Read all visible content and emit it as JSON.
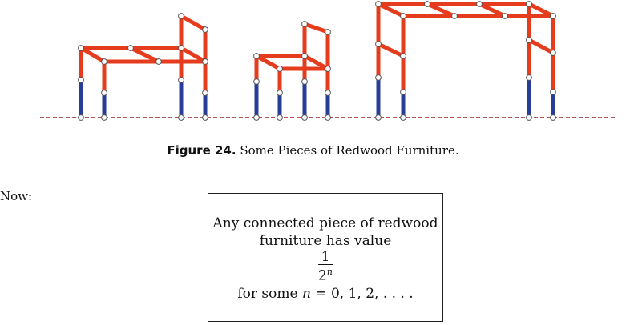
{
  "figure": {
    "label": "Figure 24.",
    "caption": "Some Pieces of Redwood Furniture.",
    "colors": {
      "red_edge": "#e63c1e",
      "blue_edge": "#283c9a",
      "node_fill": "#ffffff",
      "ground": "#9a1f1f"
    }
  },
  "text": {
    "now": "Now:"
  },
  "box": {
    "line1": "Any connected piece of redwood",
    "line2": "furniture has value",
    "frac_num": "1",
    "frac_base": "2",
    "frac_exp": "n",
    "line4_pre": "for some ",
    "line4_var": "n",
    "line4_post": " = 0, 1, 2, . . . ."
  }
}
